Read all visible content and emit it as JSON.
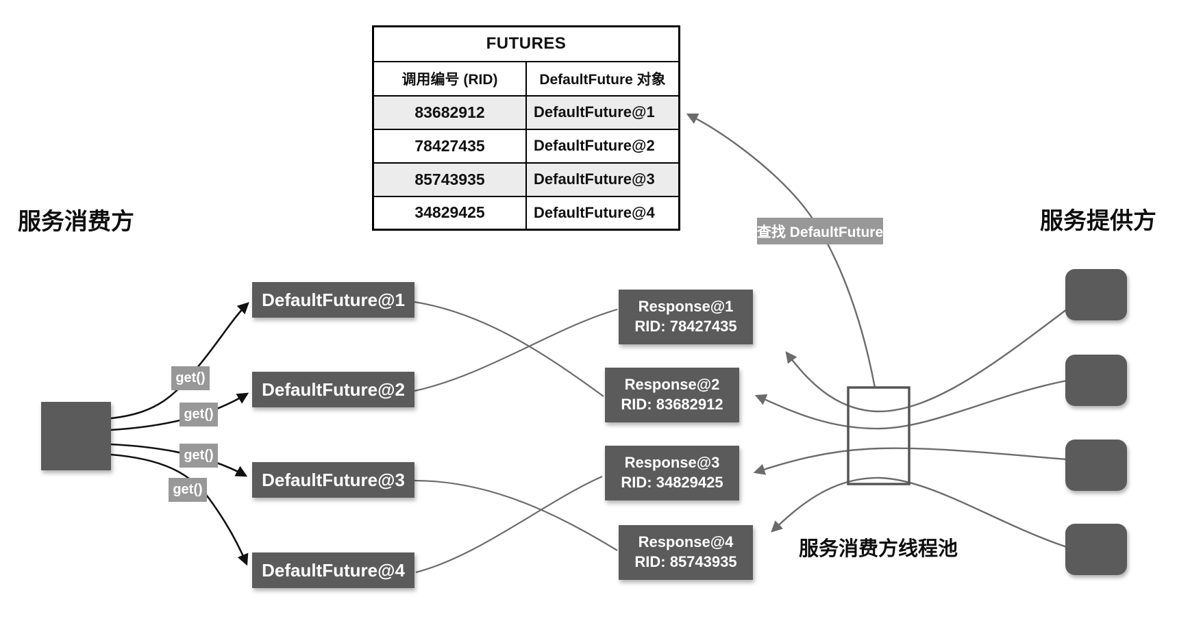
{
  "diagram": {
    "labels": {
      "consumer": "服务消费方",
      "provider": "服务提供方",
      "thread_pool": "服务消费方线程池",
      "lookup": "查找 DefaultFuture"
    },
    "futures_table": {
      "title": "FUTURES",
      "columns": [
        "调用编号 (RID)",
        "DefaultFuture 对象"
      ],
      "rows": [
        {
          "rid": "83682912",
          "future": "DefaultFuture@1"
        },
        {
          "rid": "78427435",
          "future": "DefaultFuture@2"
        },
        {
          "rid": "85743935",
          "future": "DefaultFuture@3"
        },
        {
          "rid": "34829425",
          "future": "DefaultFuture@4"
        }
      ]
    },
    "get_labels": [
      "get()",
      "get()",
      "get()",
      "get()"
    ],
    "future_boxes": [
      "DefaultFuture@1",
      "DefaultFuture@2",
      "DefaultFuture@3",
      "DefaultFuture@4"
    ],
    "response_boxes": [
      {
        "line1": "Response@1",
        "line2": "RID: 78427435"
      },
      {
        "line1": "Response@2",
        "line2": "RID: 83682912"
      },
      {
        "line1": "Response@3",
        "line2": "RID: 34829425"
      },
      {
        "line1": "Response@4",
        "line2": "RID: 85743935"
      }
    ],
    "colors": {
      "box_fill": "#5b5b5b",
      "box_text": "#ffffff",
      "tag_bg": "#989898",
      "line_gray": "#6b6b6b",
      "arrow_black": "#111111",
      "table_alt_row": "#ececec",
      "table_border": "#000000"
    }
  }
}
